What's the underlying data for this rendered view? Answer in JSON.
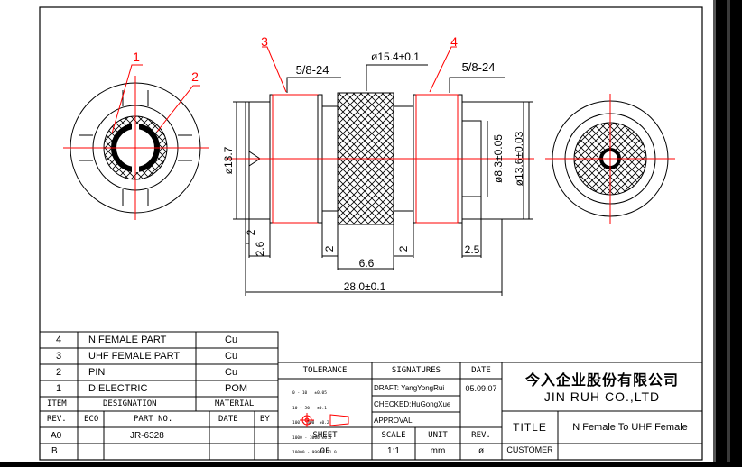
{
  "drawing": {
    "balloons": [
      "1",
      "2",
      "3",
      "4"
    ],
    "dims": {
      "thread_left": "5/8-24",
      "thread_right": "5/8-24",
      "knurl_dia": "ø15.4±0.1",
      "left_dia": "ø13.7",
      "pin_dia": "ø8.3±0.05",
      "body_dia": "ø13.6±0.03",
      "d_2a": "2",
      "d_26": "2.6",
      "d_2b": "2",
      "d_66": "6.6",
      "d_2c": "2",
      "d_25": "2.5",
      "d_total": "28.0±0.1"
    }
  },
  "bom": {
    "rows": [
      {
        "item": "4",
        "designation": "N FEMALE PART",
        "material": "Cu"
      },
      {
        "item": "3",
        "designation": "UHF FEMALE PART",
        "material": "Cu"
      },
      {
        "item": "2",
        "designation": "PIN",
        "material": "Cu"
      },
      {
        "item": "1",
        "designation": "DIELECTRIC",
        "material": "POM"
      }
    ],
    "header": {
      "item": "ITEM",
      "designation": "DESIGNATION",
      "material": "MATERIAL"
    }
  },
  "rev_table": {
    "header": {
      "rev": "REV.",
      "eco": "ECO",
      "part_no": "PART NO.",
      "date": "DATE",
      "by": "BY"
    },
    "rows": [
      {
        "rev": "A0",
        "part_no": "JR-6328"
      },
      {
        "rev": "B",
        "part_no": ""
      }
    ]
  },
  "tolerance": {
    "label": "TOLERANCE",
    "lines": [
      "0 - 10   ±0.05",
      "10 - 50   ±0.1",
      "100 - 300  ±0.2",
      "1000 - 3000 ±0.5",
      "10000 - 99999 ±1.0"
    ]
  },
  "signatures": {
    "label": "SIGNATURES",
    "date_label": "DATE",
    "draft": "DRAFT: YangYongRui",
    "checked": "CHECKED:HuGongXue",
    "approval": "APPROVAL:",
    "date": "05.09.07"
  },
  "sheet_info": {
    "sheet_label": "SHEET",
    "sheet_value": "OF",
    "scale_label": "SCALE",
    "scale_value": "1:1",
    "unit_label": "UNIT",
    "unit_value": "mm",
    "rev_label": "REV.",
    "rev_value": "ø"
  },
  "company": {
    "name_cn": "今入企业股份有限公司",
    "name_en": "JIN RUH CO.,LTD"
  },
  "title_block": {
    "title_label": "TITLE",
    "title_value": "N Female To UHF Female",
    "customer_label": "CUSTOMER"
  },
  "colors": {
    "red": "#ff0000",
    "line": "#000000",
    "paper": "#ffffff"
  }
}
